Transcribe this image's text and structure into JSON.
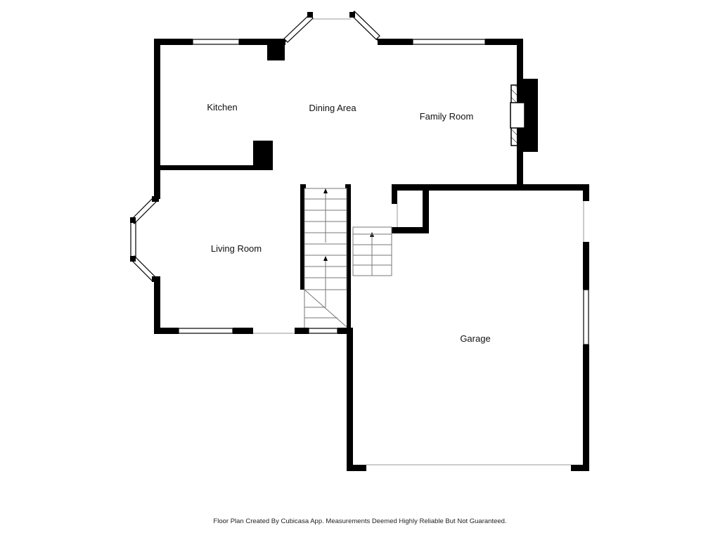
{
  "rooms": {
    "kitchen": "Kitchen",
    "dining": "Dining Area",
    "family": "Family Room",
    "living": "Living Room",
    "garage": "Garage"
  },
  "footer": "Floor Plan Created By Cubicasa App. Measurements Deemed Highly Reliable But Not Guaranteed.",
  "colors": {
    "wall": "#000000",
    "background": "#ffffff",
    "line": "#888888"
  }
}
